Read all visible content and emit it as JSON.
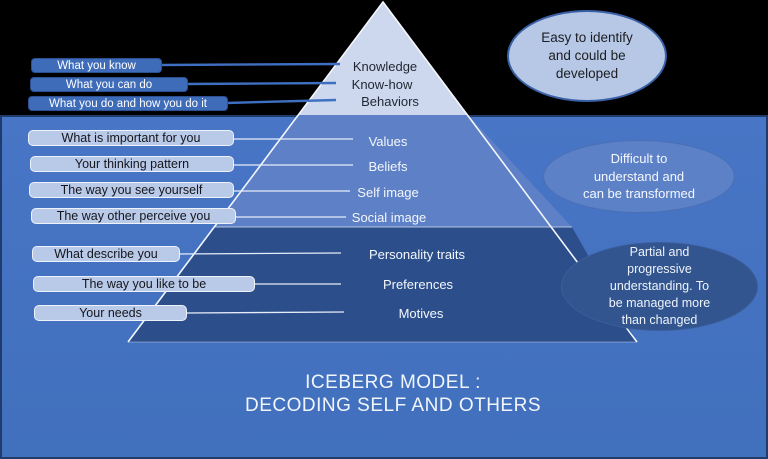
{
  "title": {
    "text": "ICEBERG MODEL :\nDECODING SELF AND OTHERS"
  },
  "callouts": {
    "above": [
      "What you know",
      "What you can do",
      "What you do and how you do it"
    ],
    "below": [
      "What is important for you",
      "Your thinking pattern",
      "The way you see yourself",
      "The way other perceive you"
    ],
    "deep": [
      "What describe you",
      "The way you like to be",
      "Your needs"
    ]
  },
  "iceberg": {
    "tip": [
      "Knowledge",
      "Know-how",
      "Behaviors"
    ],
    "mid": [
      "Values",
      "Beliefs",
      "Self image",
      "Social image"
    ],
    "deep": [
      "Personality traits",
      "Preferences",
      "Motives"
    ]
  },
  "ellipses": [
    {
      "text": "Easy to identify\nand could be\ndeveloped"
    },
    {
      "text": "Difficult to\nunderstand and\ncan be transformed"
    },
    {
      "text": "Partial and\nprogressive\nunderstanding. To\nbe managed more\nthan changed"
    }
  ],
  "colors": {
    "sky": "#000000",
    "water": "#4472c1",
    "water_border": "#1f3c6b",
    "iceberg_tip": "#cdd8ee",
    "iceberg_mid": "#5e80c7",
    "iceberg_deep": "#2c4f8c",
    "callout_dark_fill": "#3e6cb8",
    "callout_light_fill": "#b9c9e8",
    "bubble_tip_fill": "#b7c8e6",
    "bubble_mid_fill": "#5d81c7",
    "bubble_deep_fill": "#32558f",
    "connector_blue": "#3f6fc0",
    "connector_light": "#e6edf8"
  }
}
